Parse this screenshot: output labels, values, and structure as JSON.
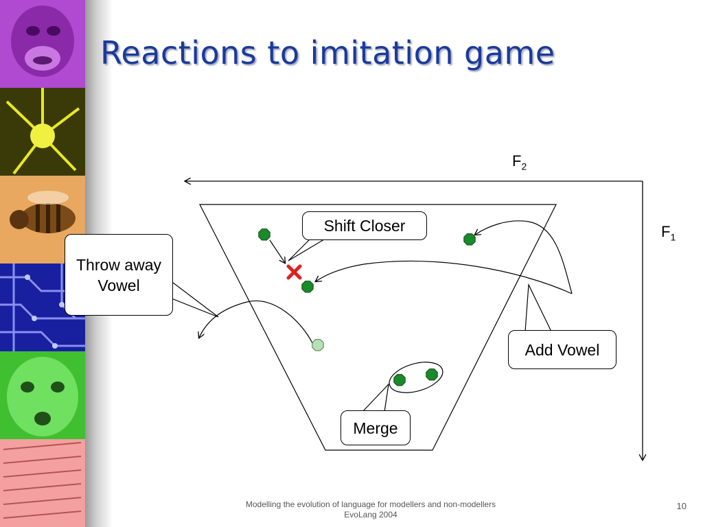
{
  "slide": {
    "title": "Reactions to imitation game",
    "footer_line1": "Modelling the evolution of language for modellers and non-modellers",
    "footer_line2": "EvoLang 2004",
    "page_number": "10"
  },
  "axes": {
    "f2_letter": "F",
    "f2_sub": "2",
    "f1_letter": "F",
    "f1_sub": "1"
  },
  "callouts": {
    "shift_closer": "Shift Closer",
    "throw_away_line1": "Throw away",
    "throw_away_line2": "Vowel",
    "add_vowel": "Add Vowel",
    "merge": "Merge"
  },
  "colors": {
    "title": "#1a3a9a",
    "vowel_fill": "#1a8a2a",
    "vowel_removed_fill": "#b8e0b8",
    "cross": "#e02020"
  }
}
